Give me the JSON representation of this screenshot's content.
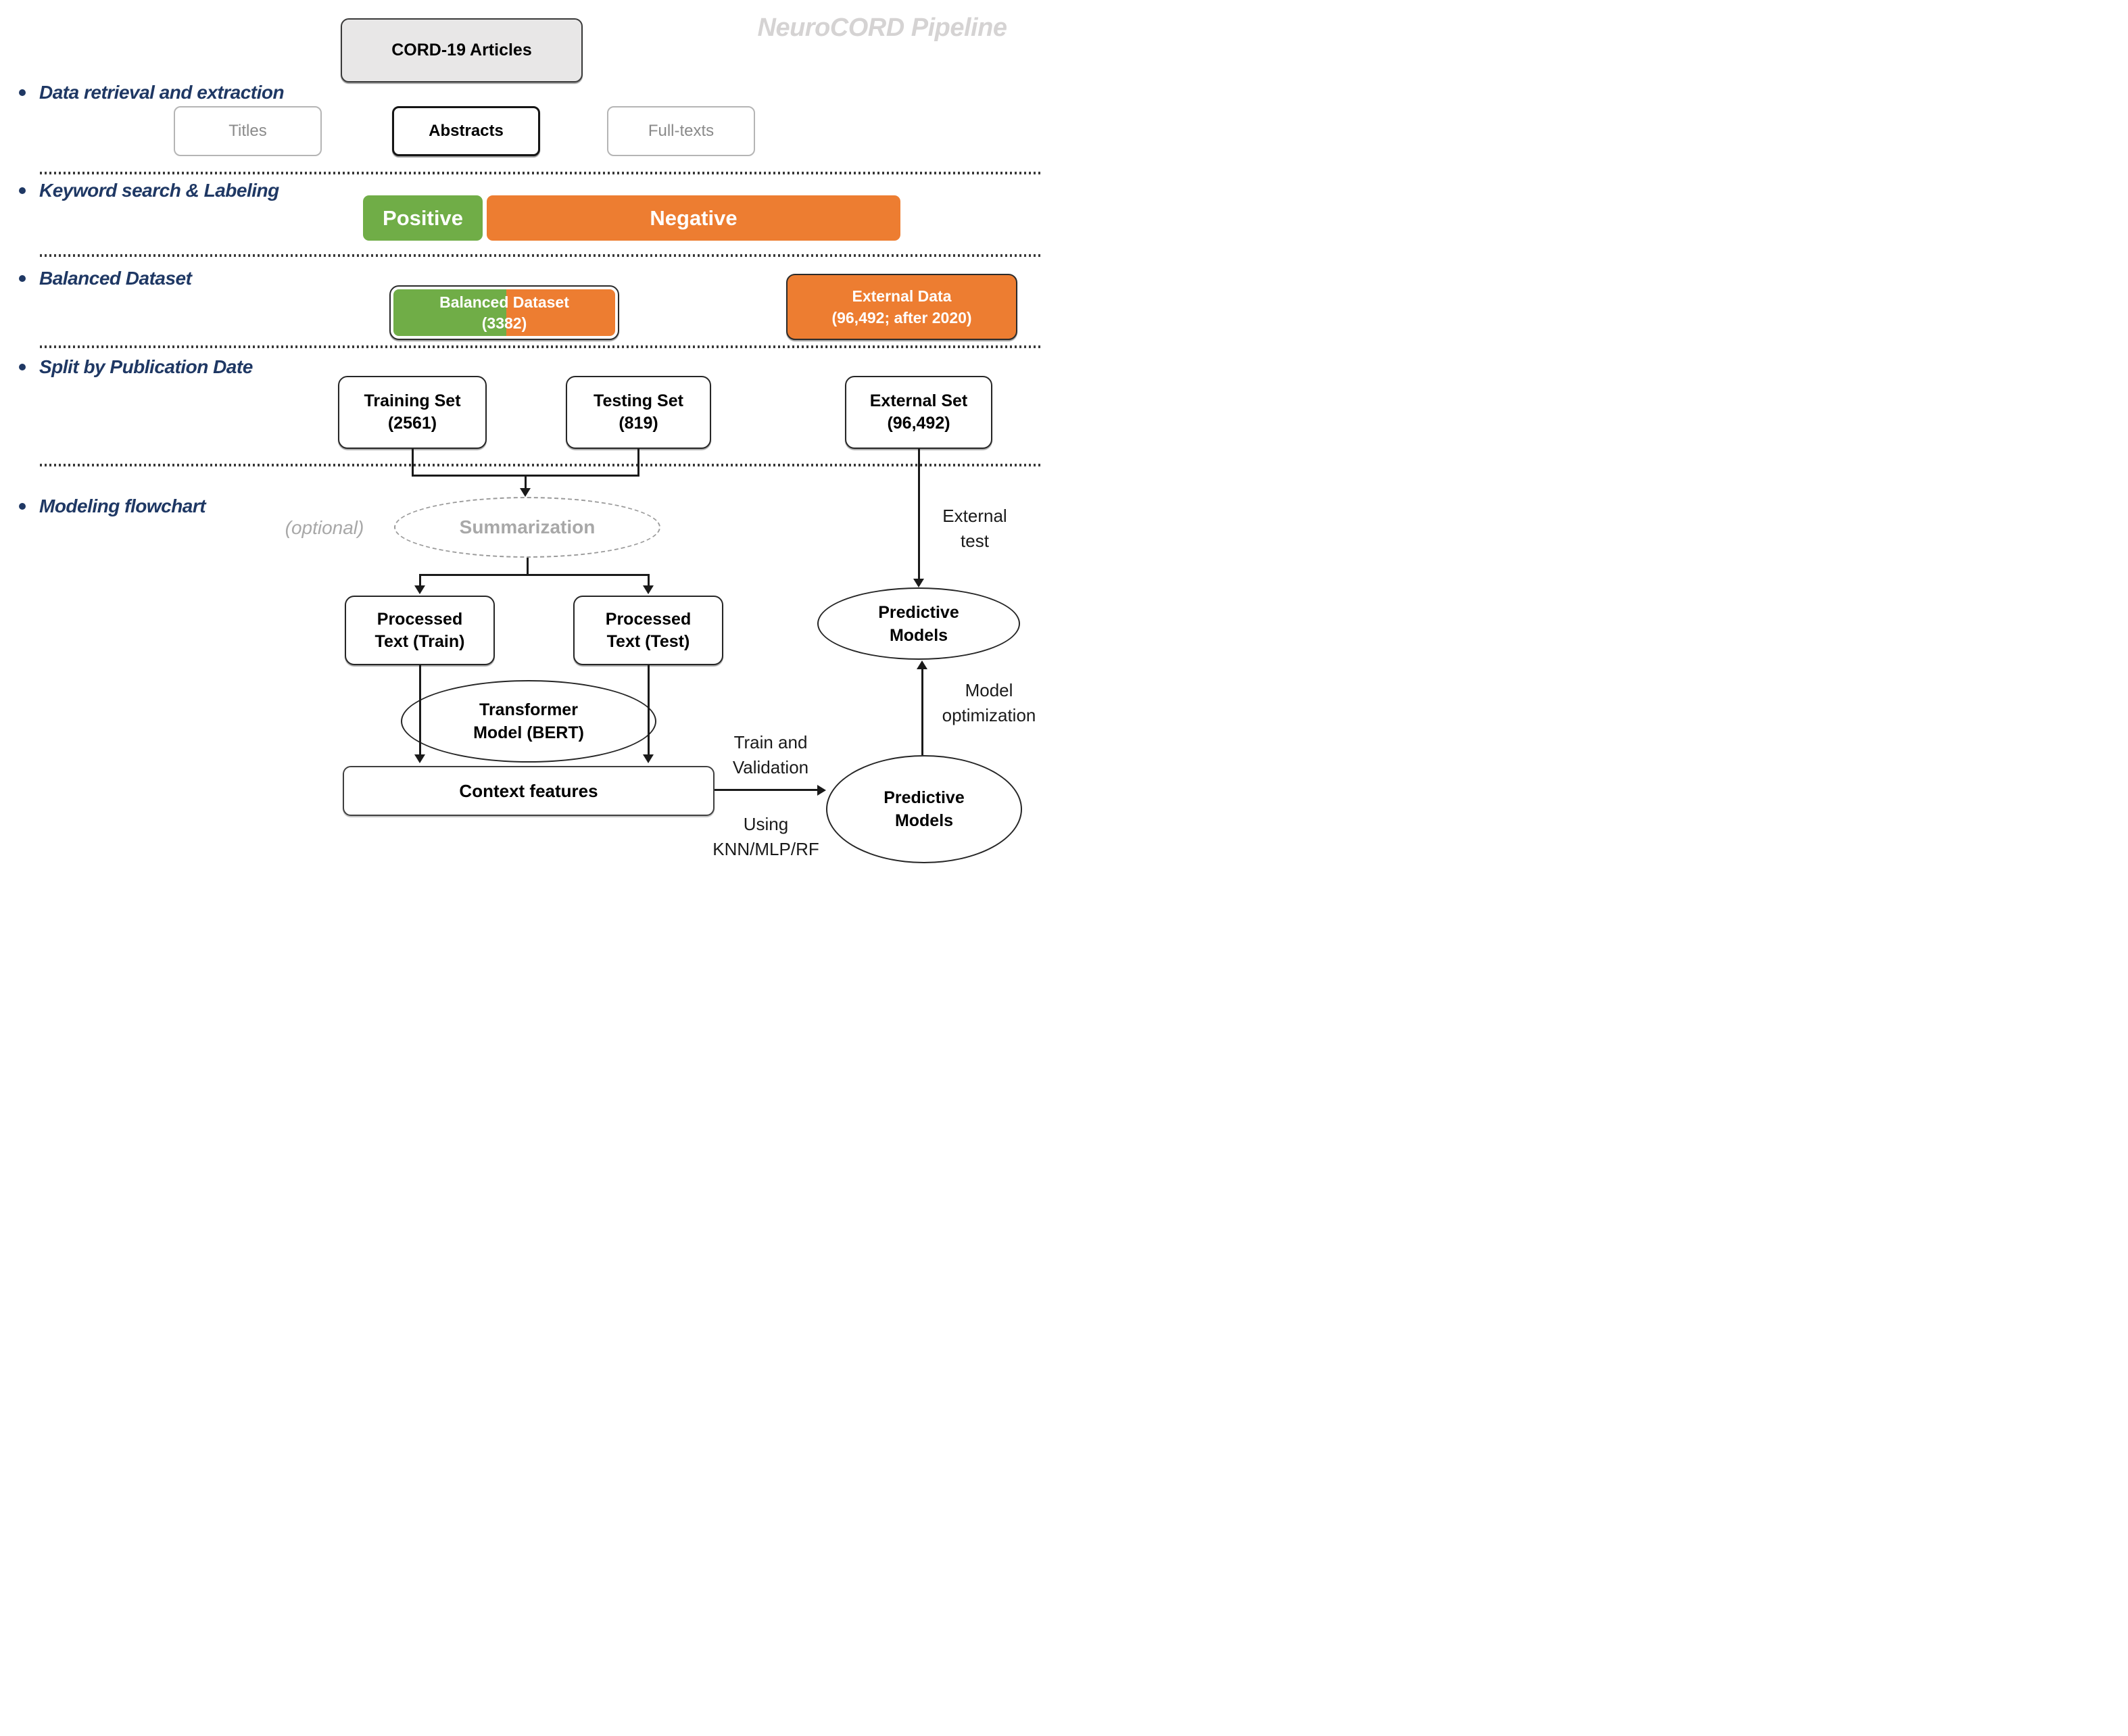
{
  "header": {
    "pipeline_title": "NeuroCORD Pipeline",
    "cord_box": "CORD-19 Articles"
  },
  "sections": {
    "s1": "Data retrieval and extraction",
    "s2": "Keyword search & Labeling",
    "s3": "Balanced Dataset",
    "s4": "Split by Publication Date",
    "s5": "Modeling flowchart"
  },
  "extraction": {
    "titles": "Titles",
    "abstracts": "Abstracts",
    "fulltexts": "Full-texts"
  },
  "labeling": {
    "positive": "Positive",
    "negative": "Negative"
  },
  "balanced": {
    "line1": "Balanced Dataset",
    "line2": "(3382)"
  },
  "external_data": {
    "line1": "External Data",
    "line2": "(96,492; after 2020)"
  },
  "split": {
    "training": {
      "line1": "Training Set",
      "line2": "(2561)"
    },
    "testing": {
      "line1": "Testing Set",
      "line2": "(819)"
    },
    "external": {
      "line1": "External Set",
      "line2": "(96,492)"
    }
  },
  "modeling": {
    "optional": "(optional)",
    "summarization": "Summarization",
    "processed_train": {
      "line1": "Processed",
      "line2": "Text (Train)"
    },
    "processed_test": {
      "line1": "Processed",
      "line2": "Text (Test)"
    },
    "transformer": {
      "line1": "Transformer",
      "line2": "Model (BERT)"
    },
    "context": "Context features",
    "external_test": {
      "line1": "External",
      "line2": "test"
    },
    "predictive_top": {
      "line1": "Predictive",
      "line2": "Models"
    },
    "predictive_bottom": {
      "line1": "Predictive",
      "line2": "Models"
    },
    "model_opt": {
      "line1": "Model",
      "line2": "optimization"
    },
    "train_val": {
      "line1": "Train and",
      "line2": "Validation"
    },
    "using_knn": {
      "line1": "Using",
      "line2": "KNN/MLP/RF"
    }
  },
  "colors": {
    "green": "#70AD47",
    "orange": "#ED7D31",
    "navy": "#1F3864",
    "grey_text": "#8A8A8A",
    "light_grey_text": "#A8A8A8",
    "title_grey": "#D5D3D3",
    "box_fill_grey": "#E8E7E7"
  }
}
